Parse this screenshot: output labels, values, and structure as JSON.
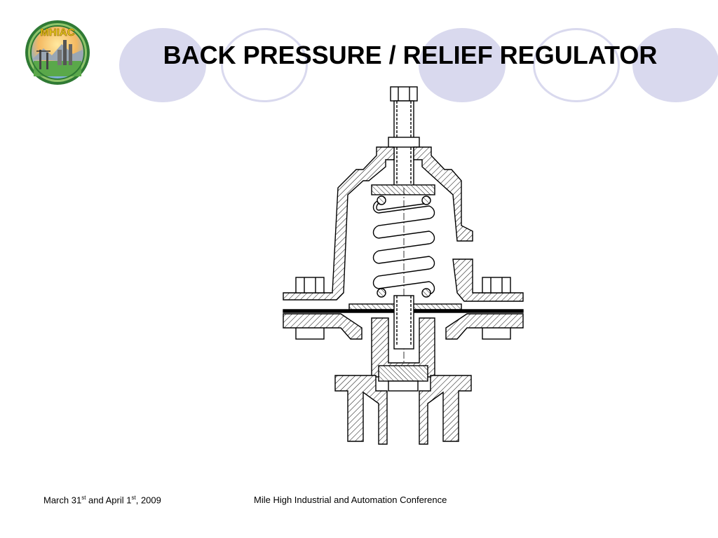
{
  "slide": {
    "title": "BACK PRESSURE / RELIEF REGULATOR",
    "logo_text": "MHIAC"
  },
  "footer": {
    "date": {
      "part1": "March 31",
      "sup1": "st",
      "part2": " and April 1",
      "sup2": "st",
      "part3": ", 2009"
    },
    "conference": "Mile High Industrial and Automation Conference"
  },
  "colors": {
    "deco_circle": "#d9d9ee",
    "logo_ring": "#3a8a3a",
    "logo_text": "#f2d21c"
  }
}
